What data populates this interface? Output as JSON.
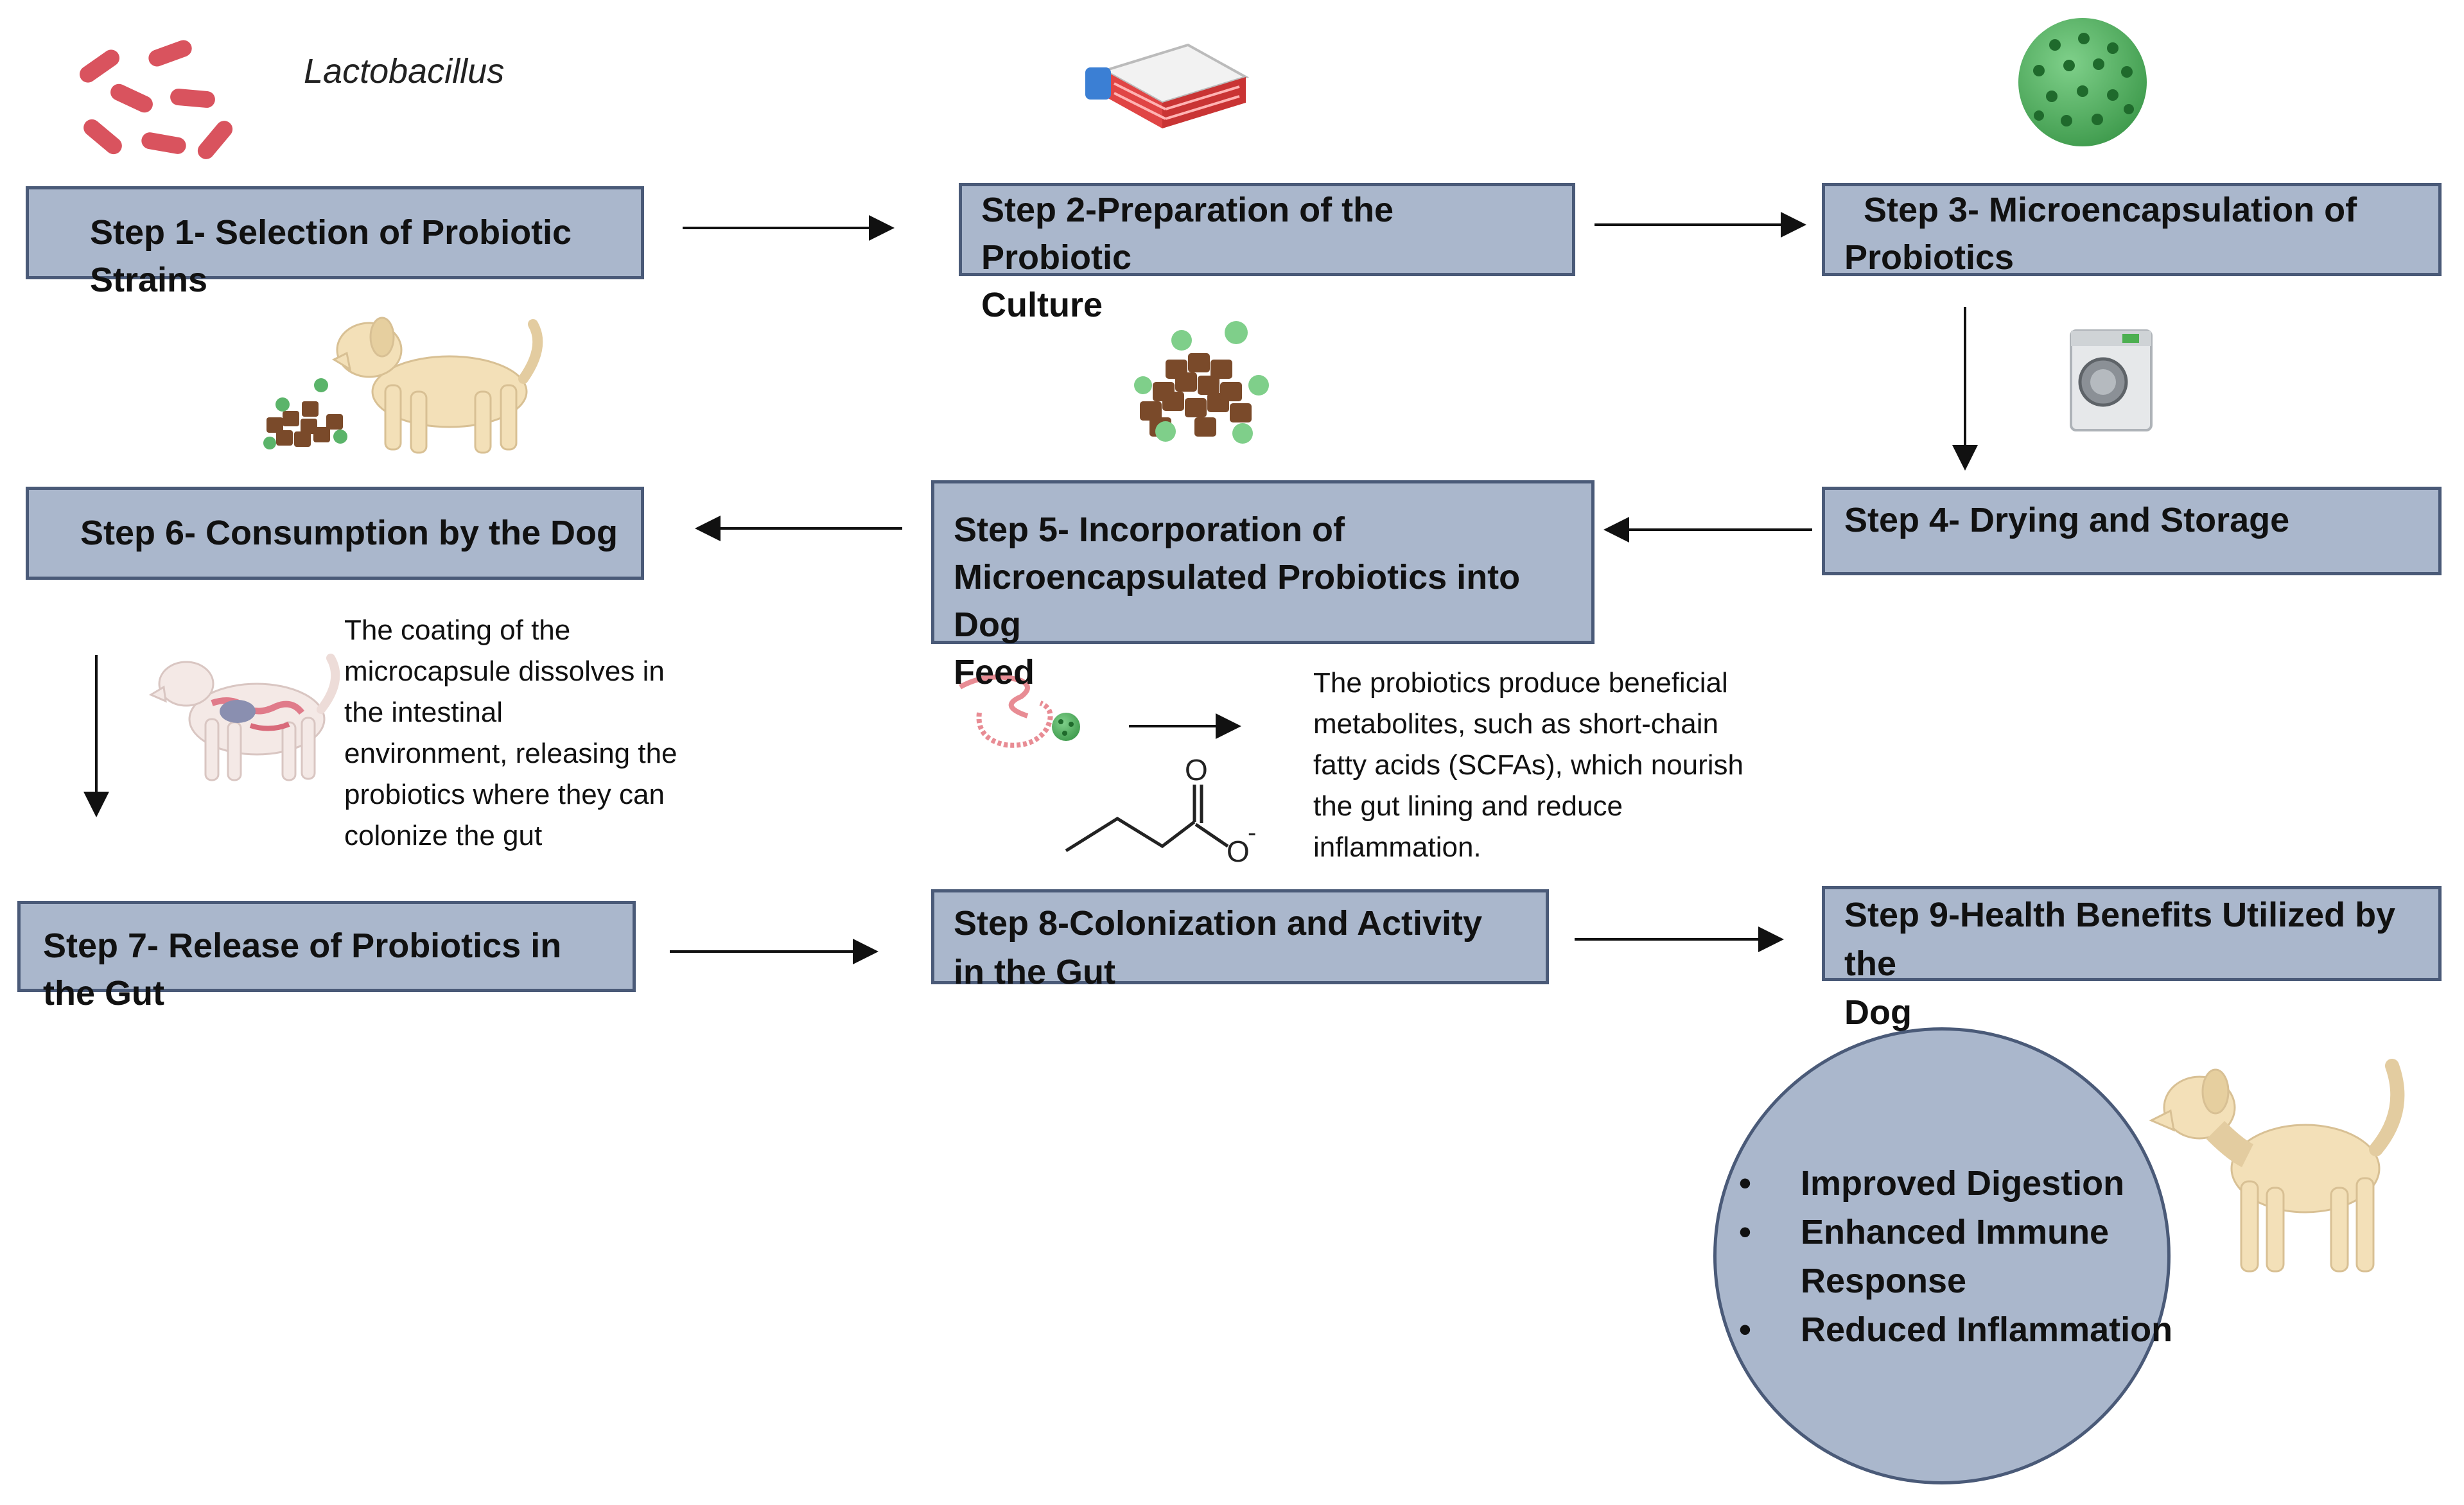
{
  "diagram": {
    "organism_label": "Lactobacillus",
    "steps": [
      {
        "id": "step1",
        "lines": [
          "Step 1- Selection of Probiotic Strains"
        ]
      },
      {
        "id": "step2",
        "lines": [
          "Step 2-Preparation of the Probiotic",
          "Culture"
        ]
      },
      {
        "id": "step3",
        "lines": [
          "Step 3- Microencapsulation of",
          "Probiotics"
        ]
      },
      {
        "id": "step4",
        "lines": [
          "Step 4- Drying and Storage"
        ]
      },
      {
        "id": "step5",
        "lines": [
          "Step 5- Incorporation of",
          "Microencapsulated Probiotics into Dog",
          "Feed"
        ]
      },
      {
        "id": "step6",
        "lines": [
          "Step 6- Consumption by the Dog"
        ]
      },
      {
        "id": "step7",
        "lines": [
          "Step 7- Release of Probiotics in the Gut"
        ]
      },
      {
        "id": "step8",
        "lines": [
          "Step 8-Colonization and Activity",
          "in the Gut"
        ]
      },
      {
        "id": "step9",
        "lines": [
          "Step 9-Health Benefits Utilized by the",
          "Dog"
        ]
      }
    ],
    "release_note": [
      "The coating of the",
      "microcapsule dissolves in",
      "the intestinal",
      "environment, releasing the",
      "probiotics where they can",
      "colonize the gut"
    ],
    "metabolite_note": [
      "The probiotics produce beneficial",
      "metabolites, such as short-chain",
      "fatty acids (SCFAs), which nourish",
      "the gut lining and reduce",
      "inflammation."
    ],
    "molecule_labels": {
      "oxygen": "O",
      "oxygen_anion": "O",
      "charge": "-"
    },
    "benefits": [
      "Improved Digestion",
      "Enhanced Immune Response",
      "Reduced Inflammation"
    ],
    "colors": {
      "box_fill": "#aab7cc",
      "box_border": "#4a5a78",
      "bacteria": "#d9535e",
      "capsule_green": "#5bb46a",
      "kibble": "#7a4a2a",
      "dog": "#f3e0b8"
    }
  }
}
